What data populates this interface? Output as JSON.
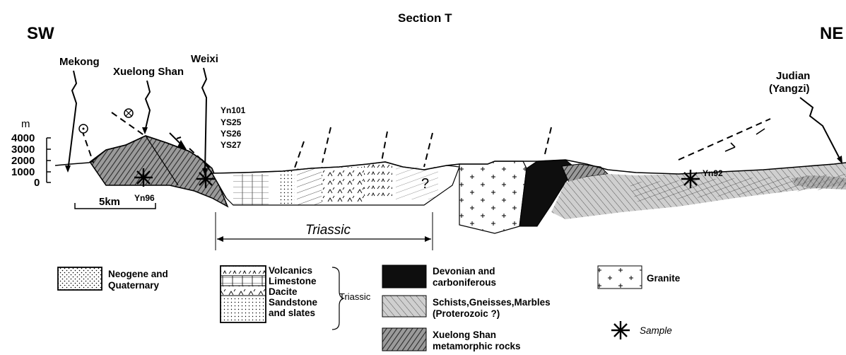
{
  "title": "Section T",
  "directions": {
    "left": "SW",
    "right": "NE"
  },
  "places": {
    "mekong": "Mekong",
    "xuelong_shan": "Xuelong Shan",
    "weixi": "Weixi",
    "judian_1": "Judian",
    "judian_2": "(Yangzi)"
  },
  "elevation_axis": {
    "unit": "m",
    "ticks": [
      "4000",
      "3000",
      "2000",
      "1000",
      "0"
    ]
  },
  "scale_bar": "5km",
  "samples": {
    "weixi_group": [
      "Yn101",
      "YS25",
      "YS26",
      "YS27"
    ],
    "xuelong": "Yn96",
    "ne": "Yn92"
  },
  "unknown_mark": "?",
  "triassic_span_label": "Triassic",
  "legend": {
    "neogene": [
      "Neogene and",
      "Quaternary"
    ],
    "triassic_group": {
      "items": [
        "Volcanics",
        "Limestone",
        "Dacite",
        "Sandstone",
        "and slates"
      ],
      "label": "Triassic"
    },
    "devonian": [
      "Devonian and",
      "carboniferous"
    ],
    "schists": [
      "Schists,Gneisses,Marbles",
      "(Proterozoic ?)"
    ],
    "xuelong_meta": [
      "Xuelong Shan",
      "metamorphic rocks"
    ],
    "granite": "Granite",
    "sample": "Sample"
  },
  "colors": {
    "ink": "#000000",
    "schist_fill": "#c9c9c9",
    "devonian_fill": "#111111"
  }
}
